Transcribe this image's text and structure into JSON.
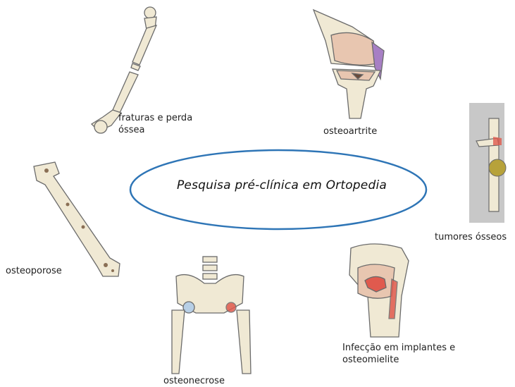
{
  "center": {
    "title": "Pesquisa pré-clínica em Ortopedia"
  },
  "topics": [
    {
      "id": "fraturas",
      "line1": "fraturas e perda",
      "line2": "óssea"
    },
    {
      "id": "osteoartrite",
      "line1": "osteoartrite"
    },
    {
      "id": "tumores",
      "line1": "tumores ósseos"
    },
    {
      "id": "osteoporose",
      "line1": "osteoporose"
    },
    {
      "id": "osteonecrose",
      "line1": "osteonecrose"
    },
    {
      "id": "infeccao",
      "line1": "Infecção em implantes e",
      "line2": "osteomielite"
    }
  ],
  "colors": {
    "ellipse_stroke": "#2e75b6",
    "bone_fill": "#f0e9d4",
    "bone_stroke": "#6b6b6b",
    "lesion_red": "#e05a4e",
    "cartilage_purple": "#a77fc4",
    "tumor_green": "#b7a23a",
    "panel_gray": "#c8c8c8"
  },
  "icons": [
    "femur-fracture-icon",
    "knee-osteoarthritis-icon",
    "bone-tumor-icon",
    "osteoporotic-bone-icon",
    "hip-osteonecrosis-icon",
    "infected-bone-icon"
  ]
}
